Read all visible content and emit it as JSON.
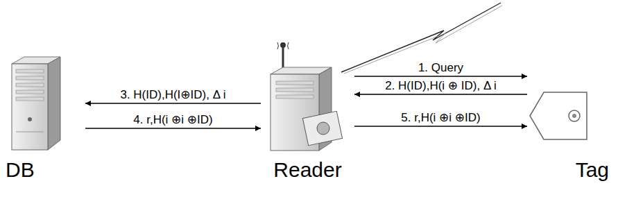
{
  "diagram": {
    "nodes": [
      {
        "text": [
          "DB"
        ]
      },
      {
        "text": [
          "Reader"
        ]
      },
      {
        "text": [
          "Tag"
        ]
      }
    ],
    "edges": [
      {
        "from": 1,
        "to": 2,
        "label": "1. Query",
        "arrow": "to"
      },
      {
        "from": 2,
        "to": 1,
        "label": "2. H(ID),H(i ⊕ ID), Δ i",
        "arrow": "to"
      },
      {
        "from": 1,
        "to": 0,
        "label": "3. H(ID),H(I⊕ID), Δ i",
        "arrow": "to"
      },
      {
        "from": 0,
        "to": 1,
        "label": "4. r,H(i ⊕i ⊕ID)",
        "arrow": "to"
      },
      {
        "from": 1,
        "to": 2,
        "label": "5. r,H(i ⊕i ⊕ID)",
        "arrow": "to"
      }
    ]
  }
}
